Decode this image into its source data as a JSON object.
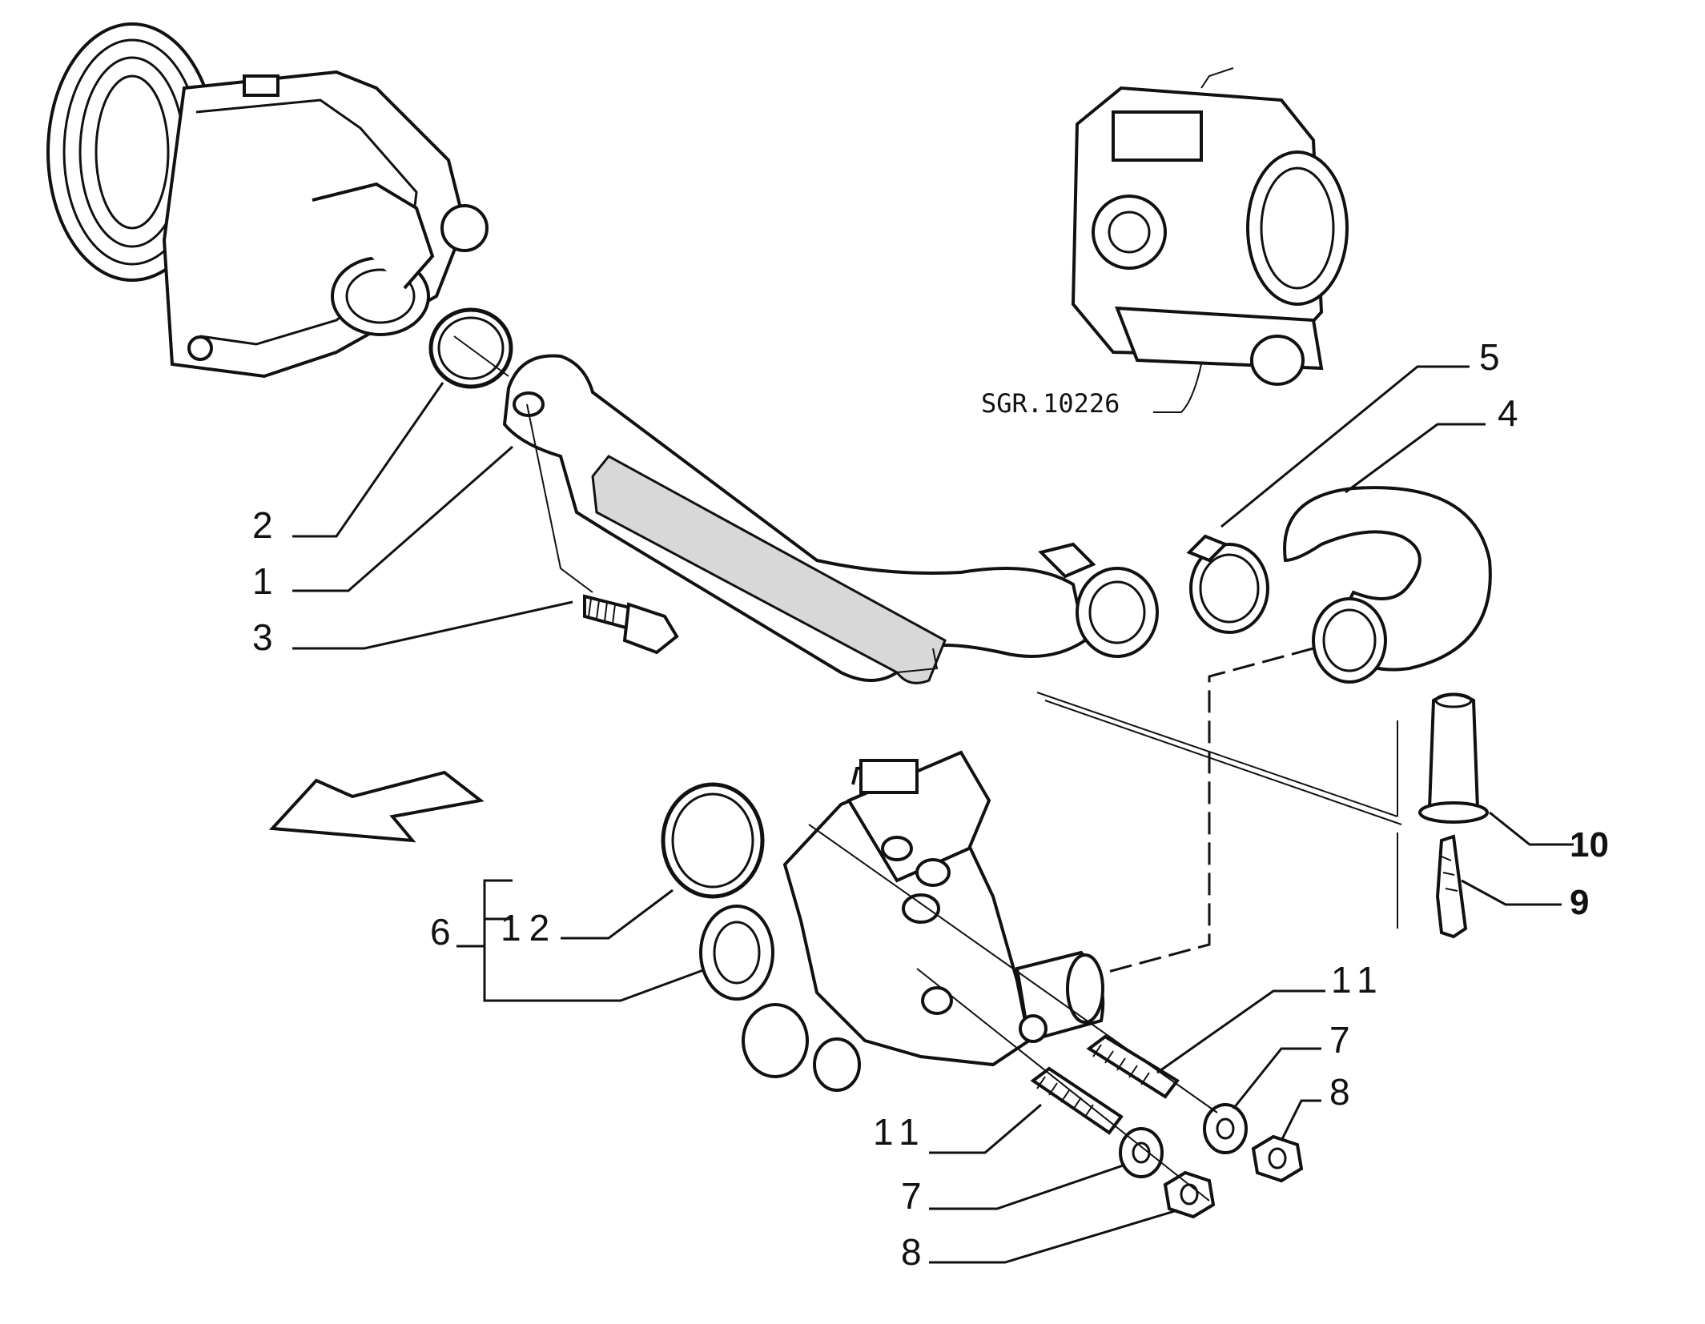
{
  "diagram_title": "",
  "reference_code": "SGR.10226",
  "callouts": {
    "c1": "1",
    "c2": "2",
    "c3": "3",
    "c4": "4",
    "c5": "5",
    "c6": "6",
    "c7a": "7",
    "c7b": "7",
    "c8a": "8",
    "c8b": "8",
    "c9": "9",
    "c10": "10",
    "c11a": "11",
    "c11b": "11",
    "c12": "12"
  },
  "colors": {
    "line": "#111111",
    "background": "#ffffff",
    "shade": "#d8d8d8"
  }
}
